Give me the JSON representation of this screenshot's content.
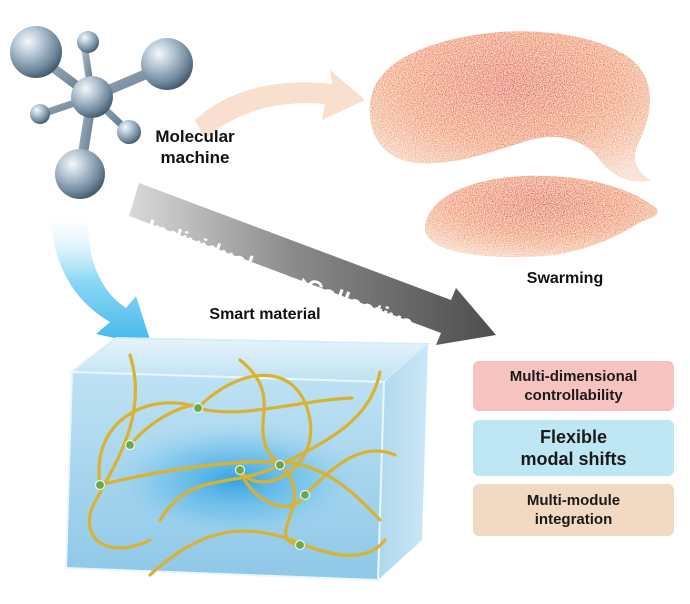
{
  "labels": {
    "molecular_machine": [
      "Molecular",
      "machine"
    ],
    "swarming": "Swarming",
    "smart_material": "Smart material",
    "transition": {
      "from": "Individual",
      "to": "Collective"
    }
  },
  "features": [
    {
      "lines": [
        "Multi-dimensional",
        "controllability"
      ],
      "color": "#f6c3c1"
    },
    {
      "lines": [
        "Flexible",
        "modal shifts"
      ],
      "color": "#bfe6f3"
    },
    {
      "lines": [
        "Multi-module",
        "integration"
      ],
      "color": "#f1d9c2"
    }
  ],
  "colors": {
    "swarm_orange": "#e8692a",
    "gel_blue": "#9fd3ef",
    "fiber_yellow": "#d9b232",
    "node_green": "#6aa84f",
    "transition_arrow": "#6e6e6e",
    "blue_arrow": "#55c5ef",
    "peach_arrow": "#f8dcc8",
    "molecule_steel": "#7d97ad"
  }
}
